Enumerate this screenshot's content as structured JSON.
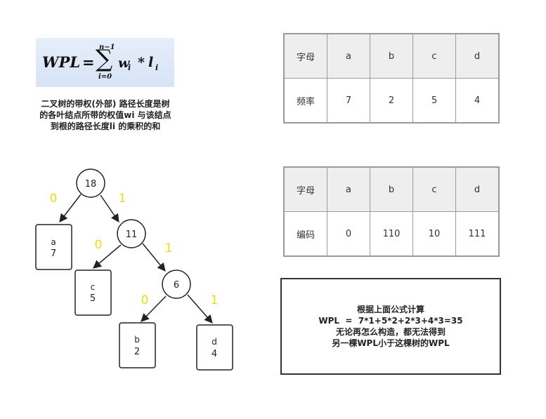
{
  "formula": {
    "lhs": "WPL",
    "eq": "=",
    "sum_upper": "n−1",
    "sum_lower": "i=0",
    "term_w": "w",
    "term_i": "i",
    "op": "*",
    "term_l": "l",
    "term_li": "i"
  },
  "description": {
    "line1": "二叉树的带权(外部) 路径长度是树",
    "line2": "的各叶结点所带的权值wi 与该结点",
    "line3": "到根的路径长度li 的乘积的和"
  },
  "frequency_table": {
    "header": [
      "字母",
      "a",
      "b",
      "c",
      "d"
    ],
    "row": [
      "频率",
      "7",
      "2",
      "5",
      "4"
    ]
  },
  "code_table": {
    "header": [
      "字母",
      "a",
      "b",
      "c",
      "d"
    ],
    "row": [
      "编码",
      "0",
      "110",
      "10",
      "111"
    ]
  },
  "tree": {
    "colors": {
      "edge_label": "#e6dc12",
      "stroke": "#222222"
    },
    "internal_nodes": [
      {
        "id": "n18",
        "value": "18"
      },
      {
        "id": "n11",
        "value": "11"
      },
      {
        "id": "n6",
        "value": "6"
      }
    ],
    "leaves": [
      {
        "id": "la",
        "letter": "a",
        "weight": "7"
      },
      {
        "id": "lc",
        "letter": "c",
        "weight": "5"
      },
      {
        "id": "lb",
        "letter": "b",
        "weight": "2"
      },
      {
        "id": "ld",
        "letter": "d",
        "weight": "4"
      }
    ],
    "edges": [
      {
        "from": "n18",
        "to": "la",
        "label": "0"
      },
      {
        "from": "n18",
        "to": "n11",
        "label": "1"
      },
      {
        "from": "n11",
        "to": "lc",
        "label": "0"
      },
      {
        "from": "n11",
        "to": "n6",
        "label": "1"
      },
      {
        "from": "n6",
        "to": "lb",
        "label": "0"
      },
      {
        "from": "n6",
        "to": "ld",
        "label": "1"
      }
    ]
  },
  "calculation": {
    "line1": "根据上面公式计算",
    "line2": "WPL  =  7*1+5*2+2*3+4*3=35",
    "line3": "无论再怎么构造，都无法得到",
    "line4": "另一棵WPL小于这棵树的WPL"
  }
}
